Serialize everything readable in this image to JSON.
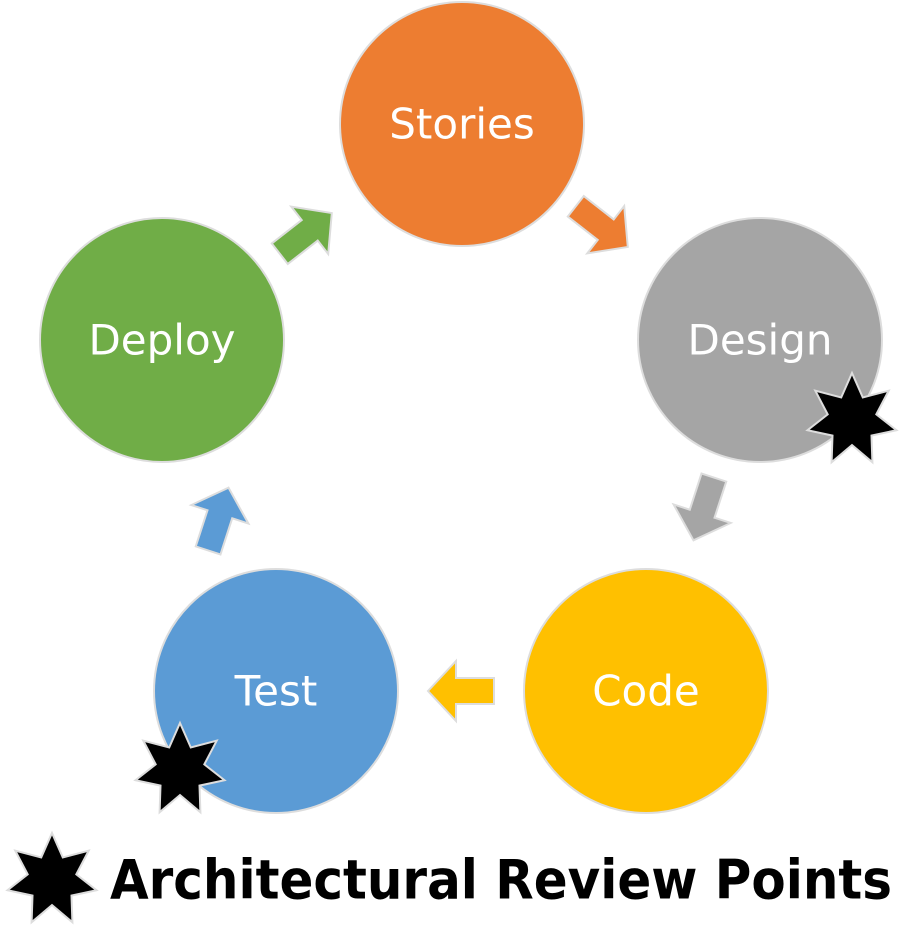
{
  "diagram": {
    "nodes": [
      {
        "id": "stories",
        "label": "Stories",
        "color": "#ED7D31"
      },
      {
        "id": "design",
        "label": "Design",
        "color": "#A5A5A5",
        "review_point": true
      },
      {
        "id": "code",
        "label": "Code",
        "color": "#FFC000"
      },
      {
        "id": "test",
        "label": "Test",
        "color": "#5B9BD5",
        "review_point": true
      },
      {
        "id": "deploy",
        "label": "Deploy",
        "color": "#70AD47"
      }
    ],
    "arrows": [
      {
        "from": "stories",
        "to": "design",
        "color": "#ED7D31"
      },
      {
        "from": "design",
        "to": "code",
        "color": "#A5A5A5"
      },
      {
        "from": "code",
        "to": "test",
        "color": "#FFC000"
      },
      {
        "from": "test",
        "to": "deploy",
        "color": "#5B9BD5"
      },
      {
        "from": "deploy",
        "to": "stories",
        "color": "#70AD47"
      }
    ],
    "marker_icon": "seven-point-star-icon",
    "legend": {
      "text": "Architectural Review Points"
    }
  }
}
